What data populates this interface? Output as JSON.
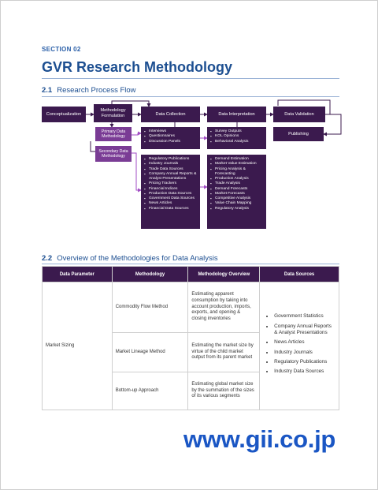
{
  "header": {
    "section": "SECTION 02",
    "title": "GVR Research Methodology"
  },
  "flow": {
    "number": "2.1",
    "heading": "Research Process Flow",
    "conceptualization": "Conceptualization",
    "formulation": "Methodology Formulation",
    "collection": "Data Collection",
    "interpretation": "Data Interpretation",
    "validation": "Data Validation",
    "publishing": "Publishing",
    "primary": "Primary Data Methodology",
    "secondary": "Secondary Data Methodology",
    "primary_items": [
      "Interviews",
      "Questionnaires",
      "Discussion Panels"
    ],
    "secondary_items": [
      "Regulatory Publications",
      "Industry Journals",
      "Trade Data Sources",
      "Company Annual Reports & Analyst Presentations",
      "Pricing Trackers",
      "Financial Indices",
      "Production Data Sources",
      "Government Data Sources",
      "News Articles",
      "Financial Data Sources"
    ],
    "survey_items": [
      "Survey Outputs",
      "KOL Opinions",
      "Behavioral Analysis"
    ],
    "analysis_items": [
      "Demand Estimation",
      "Market Value Estimation",
      "Pricing Analysis & Forecasting",
      "Production Analysis",
      "Trade Analysis",
      "Demand Forecasts",
      "Market Forecasts",
      "Competitive Analysis",
      "Value Chain Mapping",
      "Regulatory Analysis"
    ]
  },
  "overview": {
    "number": "2.2",
    "heading": "Overview of the Methodologies for Data Analysis",
    "headers": [
      "Data Parameter",
      "Methodology",
      "Methodology Overview",
      "Data Sources"
    ],
    "parameter": "Market Sizing",
    "rows": [
      {
        "method": "Commodity Flow Method",
        "overview": "Estimating apparent consumption by taking into account production, imports, exports, and opening & closing inventories"
      },
      {
        "method": "Market Lineage Method",
        "overview": "Estimating the market size by virtue of the child market output from its parent market"
      },
      {
        "method": "Bottom-up Approach",
        "overview": "Estimating global market size by the summation of the sizes of its various segments"
      }
    ],
    "sources": [
      "Government Statistics",
      "Company Annual Reports & Analyst Presentations",
      "News Articles",
      "Industry Journals",
      "Regulatory Publications",
      "Industry Data Sources"
    ]
  },
  "watermark": "www.gii.co.jp",
  "colors": {
    "dark_purple": "#3b1a4e",
    "light_purple": "#7a3c95",
    "title_blue": "#1d4f91",
    "watermark_blue": "#1a56c4"
  }
}
